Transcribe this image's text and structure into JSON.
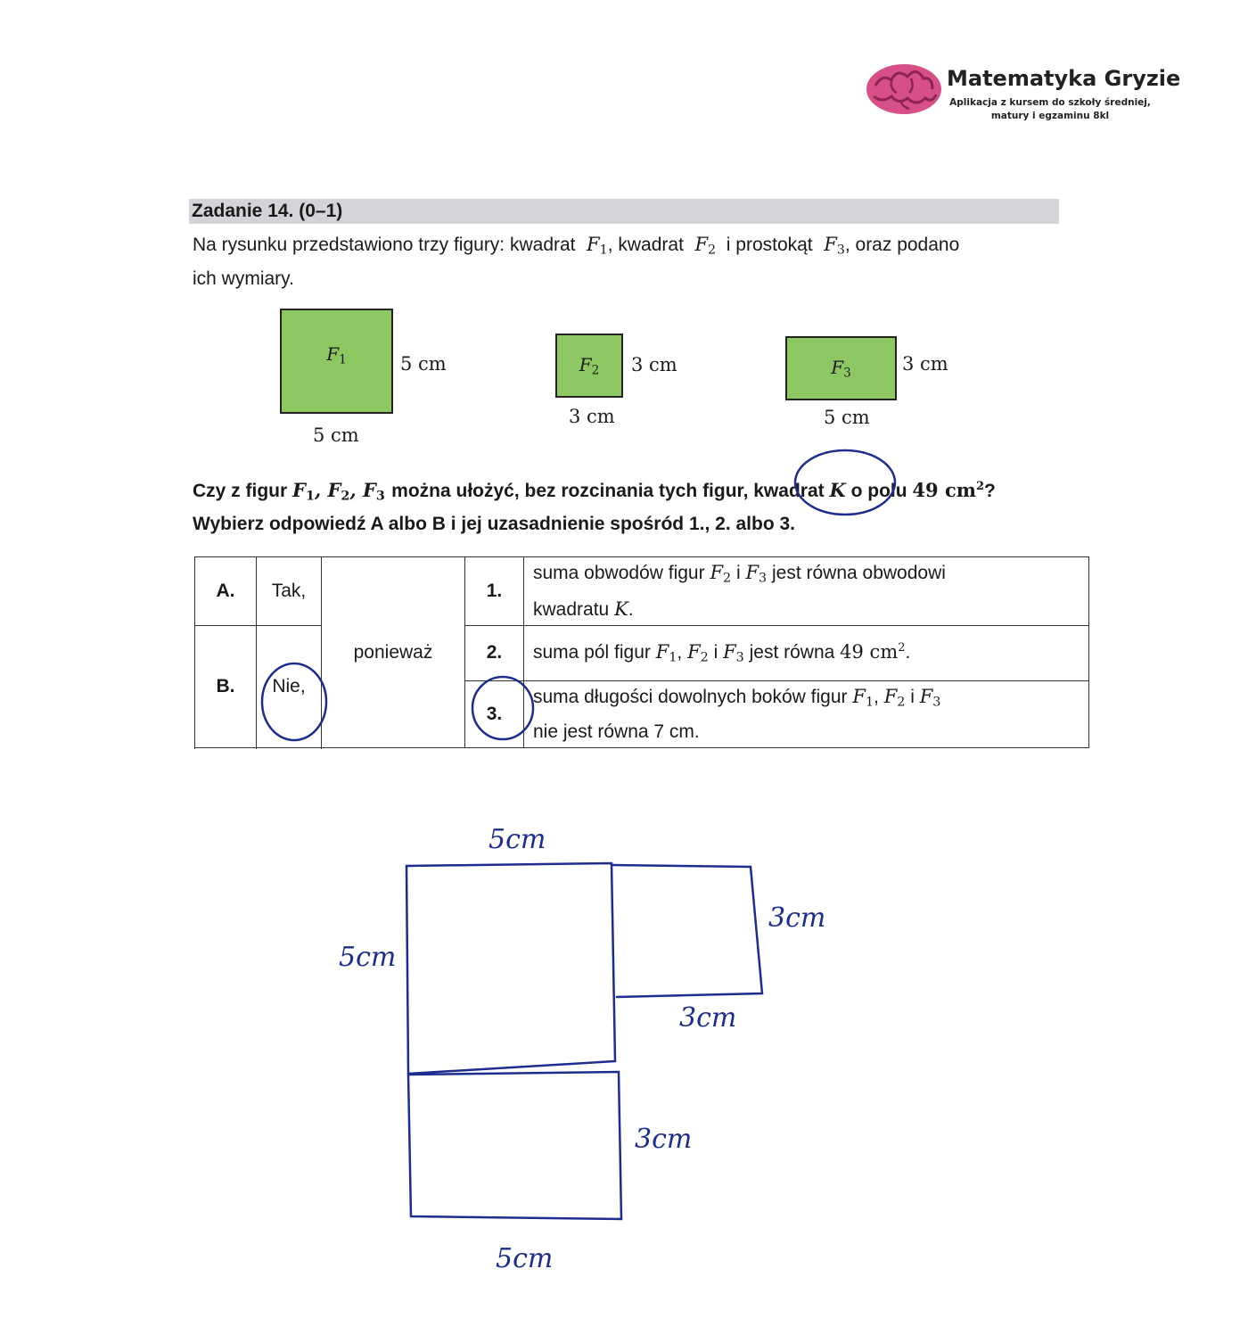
{
  "logo": {
    "title": "Matematyka Gryzie",
    "subtitle_line1": "Aplikacja z kursem do szkoły średniej,",
    "subtitle_line2": "matury i egzaminu 8kl",
    "icon": "brain-icon",
    "icon_color": "#d64f86"
  },
  "task": {
    "header": "Zadanie 14. (0–1)",
    "intro_1": "Na rysunku przedstawiono trzy figury: kwadrat",
    "intro_2": ", kwadrat",
    "intro_3": "i prostokąt",
    "intro_4": ", oraz podano",
    "intro_line2": "ich wymiary."
  },
  "figures": [
    {
      "name": "F",
      "index": "1",
      "width_label": "5 cm",
      "height_label": "5 cm"
    },
    {
      "name": "F",
      "index": "2",
      "width_label": "3 cm",
      "height_label": "3 cm"
    },
    {
      "name": "F",
      "index": "3",
      "width_label": "5 cm",
      "height_label": "3 cm"
    }
  ],
  "question": {
    "part1": "Czy z figur",
    "part2": "można ułożyć, bez rozcinania tych figur,",
    "circled_word": "kwadrat",
    "var_k": "K",
    "part3": "o polu",
    "area_value": "49 cm",
    "area_exp": "2",
    "qmark": "?",
    "line2": "Wybierz odpowiedź A albo B i jej uzasadnienie spośród 1., 2. albo 3."
  },
  "table": {
    "optionA_letter": "A.",
    "optionA_word": "Tak,",
    "optionB_letter": "B.",
    "optionB_word": "Nie,",
    "middle_word": "ponieważ",
    "reasons": [
      {
        "num": "1.",
        "text_a": "suma obwodów figur",
        "text_b": "i",
        "text_c": "jest równa obwodowi",
        "line2_a": "kwadratu",
        "line2_var": "K",
        "line2_b": "."
      },
      {
        "num": "2.",
        "text_a": "suma pól figur",
        "text_b": "i",
        "text_c": "jest równa",
        "value": "49 cm",
        "exp": "2",
        "end": "."
      },
      {
        "num": "3.",
        "text_a": "suma długości dowolnych boków figur",
        "text_b": "i",
        "line2": "nie jest równa  7 cm."
      }
    ],
    "selected_option": "B",
    "selected_reason": "3"
  },
  "handwriting": {
    "top_label": "5cm",
    "left_label": "5cm",
    "right_top_label": "3cm",
    "mid_label": "3cm",
    "right_bottom_label": "3cm",
    "bottom_label": "5cm",
    "ink_color": "#1c2c8f"
  }
}
